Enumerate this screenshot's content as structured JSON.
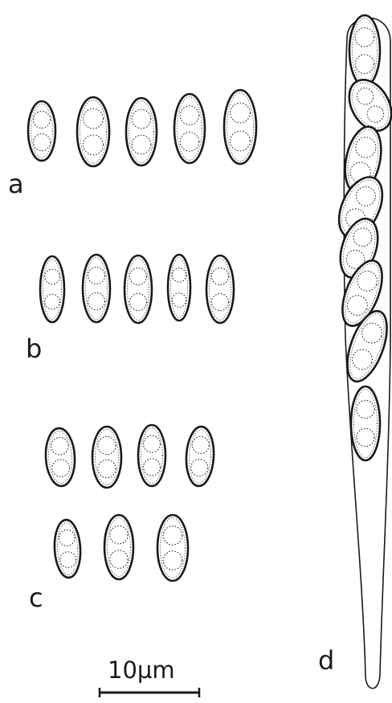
{
  "figure": {
    "panels": [
      {
        "label": "a",
        "spore_count": 5
      },
      {
        "label": "b",
        "spore_count": 5
      },
      {
        "label": "c",
        "spore_count": 7
      },
      {
        "label": "d",
        "spore_count": 8
      }
    ],
    "scale_bar": {
      "text": "10µm"
    }
  },
  "colors": {
    "ink": "#1a1a1a",
    "paper": "#ffffff"
  }
}
